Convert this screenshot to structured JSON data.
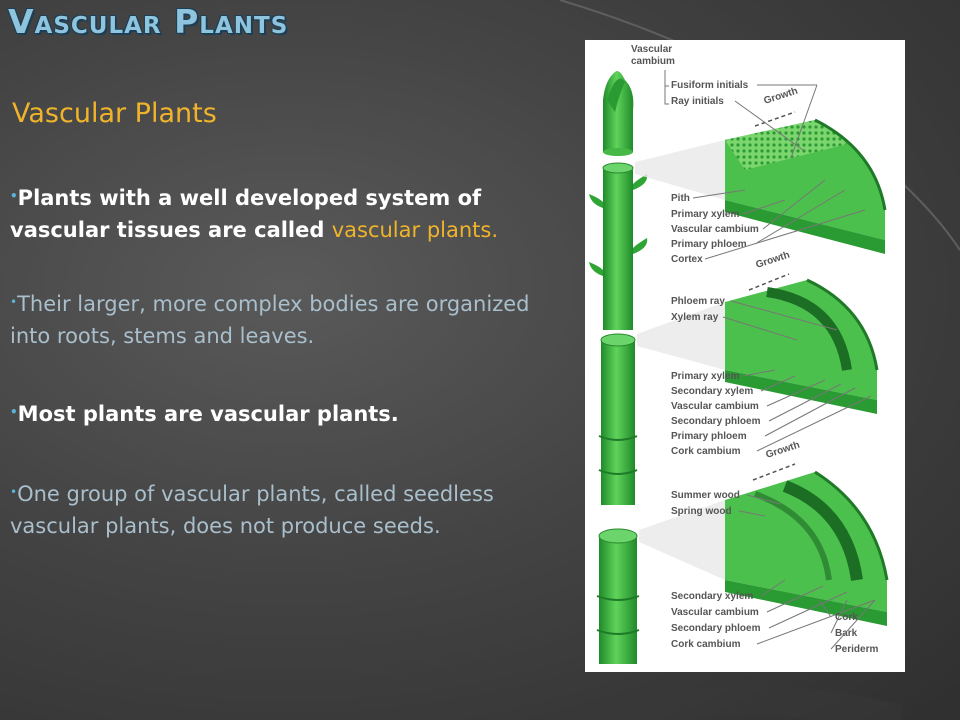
{
  "slide": {
    "title": "Vascular Plants",
    "subtitle": "Vascular Plants",
    "bullets": [
      {
        "text": "Plants with a well developed system of vascular tissues are called ",
        "highlight": "vascular plants."
      },
      {
        "text": "Their larger, more complex bodies are organized into roots, stems and leaves."
      },
      {
        "text": "Most plants are vascular plants."
      },
      {
        "text": "One group of vascular plants, called seedless vascular plants, does not produce seeds."
      }
    ],
    "bullet_glyph": "•"
  },
  "figure": {
    "labels": {
      "vascular_cambium_top": "Vascular",
      "vascular_cambium_top2": "cambium",
      "fusiform_initials": "Fusiform initials",
      "ray_initials": "Ray initials",
      "growth": "Growth",
      "pith": "Pith",
      "primary_xylem": "Primary xylem",
      "vascular_cambium": "Vascular cambium",
      "primary_phloem": "Primary phloem",
      "cortex": "Cortex",
      "phloem_ray": "Phloem ray",
      "xylem_ray": "Xylem ray",
      "secondary_xylem": "Secondary xylem",
      "secondary_phloem": "Secondary phloem",
      "cork_cambium": "Cork cambium",
      "summer_wood": "Summer wood",
      "spring_wood": "Spring wood",
      "cork": "Cork",
      "bark": "Bark",
      "periderm": "Periderm"
    }
  },
  "colors": {
    "title": "#8fc4de",
    "accent": "#f0b42a",
    "muted_text": "#a9bfcc",
    "bullet_dot": "#5ab4d6",
    "stem_green": "#3fbf3f",
    "stem_dark": "#1f8a2a"
  }
}
